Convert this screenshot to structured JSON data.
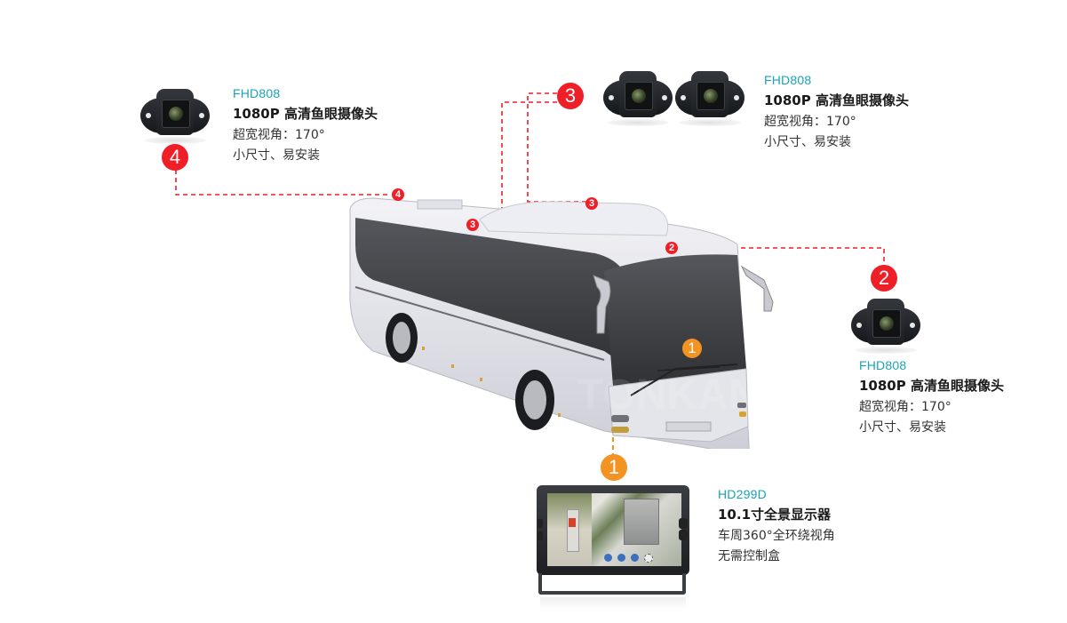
{
  "diagram": {
    "subject": "bus-360-surround-view-system",
    "watermark": "TONKAN",
    "colors": {
      "camera_marker": "#ee1f26",
      "monitor_marker": "#f39322",
      "model_text": "#1aa3b8",
      "title_text": "#1a1a1a",
      "body_text": "#333333"
    }
  },
  "products": {
    "camera_rear": {
      "marker": "4",
      "model": "FHD808",
      "title": "1080P 高清鱼眼摄像头",
      "lines": [
        "超宽视角：170°",
        "小尺寸、易安装"
      ]
    },
    "camera_sides": {
      "marker": "3",
      "model": "FHD808",
      "title": "1080P 高清鱼眼摄像头",
      "lines": [
        "超宽视角：170°",
        "小尺寸、易安装"
      ]
    },
    "camera_front": {
      "marker": "2",
      "model": "FHD808",
      "title": "1080P 高清鱼眼摄像头",
      "lines": [
        "超宽视角：170°",
        "小尺寸、易安装"
      ]
    },
    "monitor": {
      "marker": "1",
      "model": "HD299D",
      "title": "10.1寸全景显示器",
      "lines": [
        "车周360°全环绕视角",
        "无需控制盒"
      ]
    }
  },
  "bus_markers": {
    "rear": "4",
    "side_left": "3",
    "side_right": "3",
    "front": "2",
    "dash": "1"
  }
}
